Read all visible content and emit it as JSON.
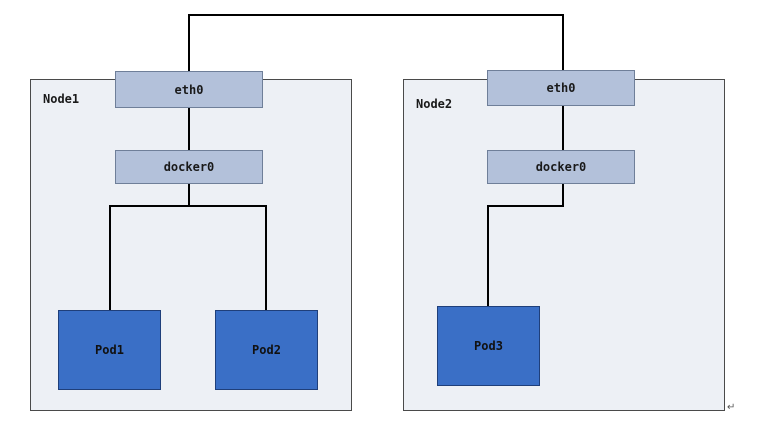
{
  "nodes": [
    {
      "label": "Node1",
      "eth": "eth0",
      "docker": "docker0",
      "pods": [
        "Pod1",
        "Pod2"
      ]
    },
    {
      "label": "Node2",
      "eth": "eth0",
      "docker": "docker0",
      "pods": [
        "Pod3"
      ]
    }
  ],
  "colors": {
    "node_fill": "#edf0f5",
    "interface_fill": "#b3c1da",
    "pod_fill": "#3a6fc6",
    "wire": "#000000"
  }
}
